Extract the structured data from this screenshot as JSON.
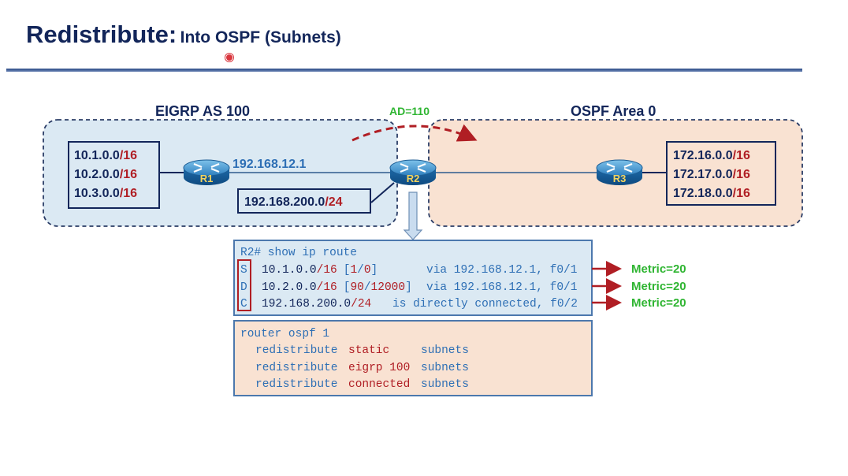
{
  "title": {
    "main": "Redistribute:",
    "sub": "Into OSPF (Subnets)"
  },
  "colors": {
    "navy": "#13265a",
    "blue": "#2e6fb5",
    "red": "#b01e24",
    "green": "#2fb532",
    "eigrp_fill": "#dbe9f3",
    "ospf_fill": "#f9e2d2",
    "cmd_fill": "#f9e2d2",
    "route_fill": "#dbe9f3"
  },
  "eigrp": {
    "label": "EIGRP AS 100",
    "networks": [
      {
        "net": "10.1.0.0",
        "mask": "/16"
      },
      {
        "net": "10.2.0.0",
        "mask": "/16"
      },
      {
        "net": "10.3.0.0",
        "mask": "/16"
      }
    ],
    "router": "R1",
    "link_ip": "192.168.12.1"
  },
  "ad_label": "AD=110",
  "r2": {
    "name": "R2",
    "connected": {
      "net": "192.168.200.0",
      "mask": "/24"
    }
  },
  "ospf": {
    "label": "OSPF Area 0",
    "router": "R3",
    "networks": [
      {
        "net": "172.16.0.0",
        "mask": "/16"
      },
      {
        "net": "172.17.0.0",
        "mask": "/16"
      },
      {
        "net": "172.18.0.0",
        "mask": "/16"
      }
    ]
  },
  "route_table": {
    "prompt": "R2# show ip route",
    "rows": [
      {
        "code": "S",
        "net": "10.1.0.0",
        "mask": "/16",
        "pre": "[",
        "ad": "1",
        "sep": "/",
        "metric": "0",
        "post": "]",
        "rest": "via 192.168.12.1, f0/1",
        "ospf_metric": "Metric=20"
      },
      {
        "code": "D",
        "net": "10.2.0.0",
        "mask": "/16",
        "pre": "[",
        "ad": "90",
        "sep": "/",
        "metric": "12000",
        "post": "]",
        "rest": "via 192.168.12.1, f0/1",
        "ospf_metric": "Metric=20"
      },
      {
        "code": "C",
        "net": "192.168.200.0",
        "mask": "/24",
        "pre": "",
        "ad": "",
        "sep": "",
        "metric": "",
        "post": "",
        "rest": "is directly connected, f0/2",
        "ospf_metric": "Metric=20"
      }
    ]
  },
  "config": {
    "header": "router ospf 1",
    "lines": [
      {
        "cmd": "redistribute",
        "proto": "static",
        "opt": "subnets"
      },
      {
        "cmd": "redistribute",
        "proto": "eigrp 100",
        "opt": "subnets"
      },
      {
        "cmd": "redistribute",
        "proto": "connected",
        "opt": "subnets"
      }
    ]
  }
}
